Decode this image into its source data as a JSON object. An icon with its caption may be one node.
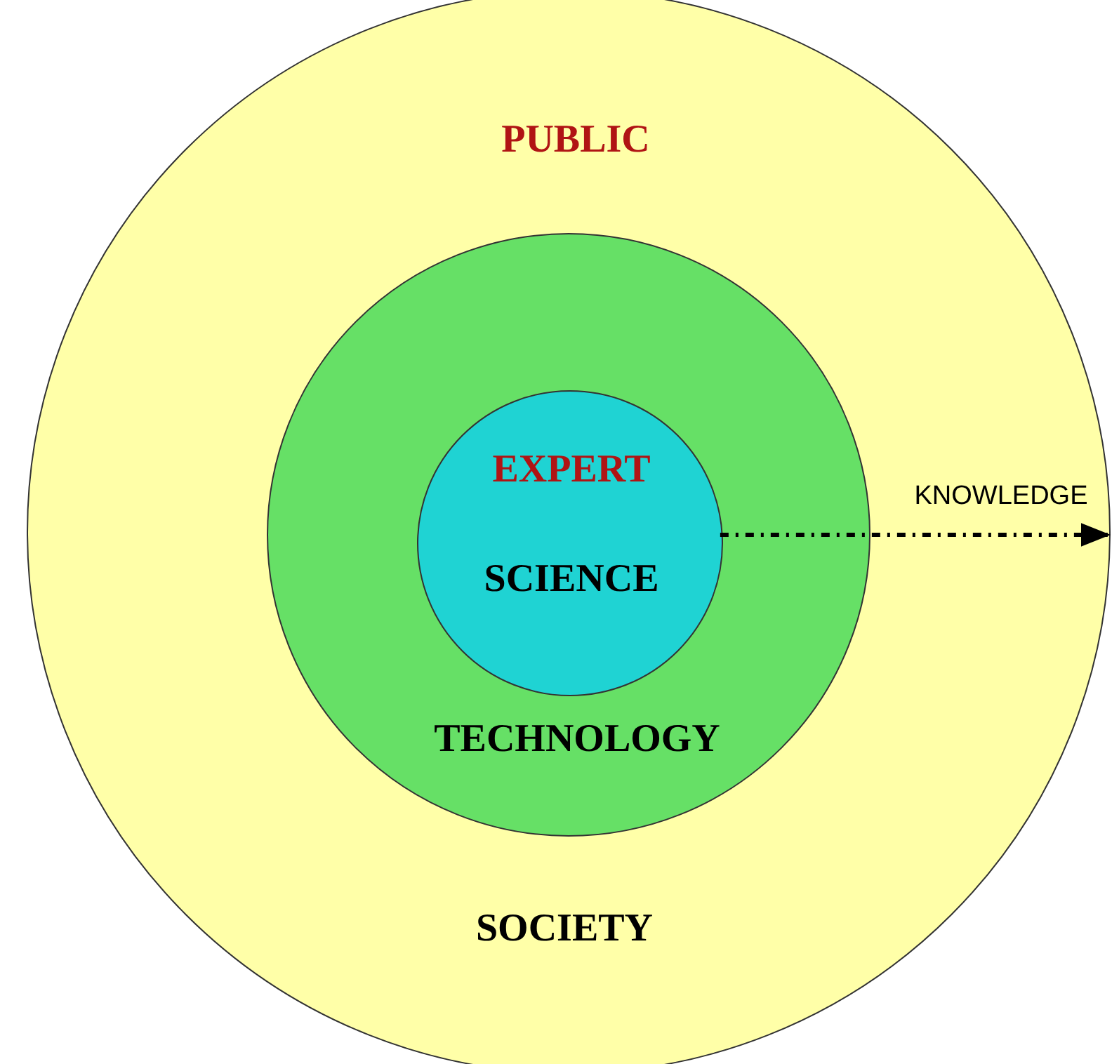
{
  "diagram": {
    "nodes": [
      {
        "text": [
          "PUBLIC",
          "SOCIETY"
        ]
      },
      {
        "text": [
          "TECHNOLOGY"
        ],
        "in": 0
      },
      {
        "text": [
          "EXPERT",
          "SCIENCE"
        ],
        "in": 1
      }
    ],
    "edges": [
      {
        "from": 2,
        "to": 0,
        "arrow": "to",
        "label": "KNOWLEDGE",
        "style": "dashed"
      }
    ]
  }
}
